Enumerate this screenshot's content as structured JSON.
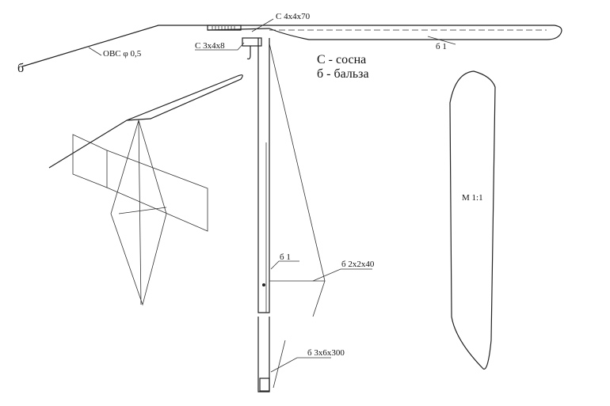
{
  "labels": {
    "spar_top": "С 4х4х70",
    "block": "С 3х4х8",
    "wire": "ОВС φ 0,5",
    "wire_end": "б",
    "wing_material": "б 1",
    "legend_pine": "С - сосна",
    "legend_balsa": "б - бальза",
    "scale": "М 1:1",
    "stick_material": "б 1",
    "strut": "б 2х2х40",
    "motor_stick": "б 3х6х300"
  }
}
